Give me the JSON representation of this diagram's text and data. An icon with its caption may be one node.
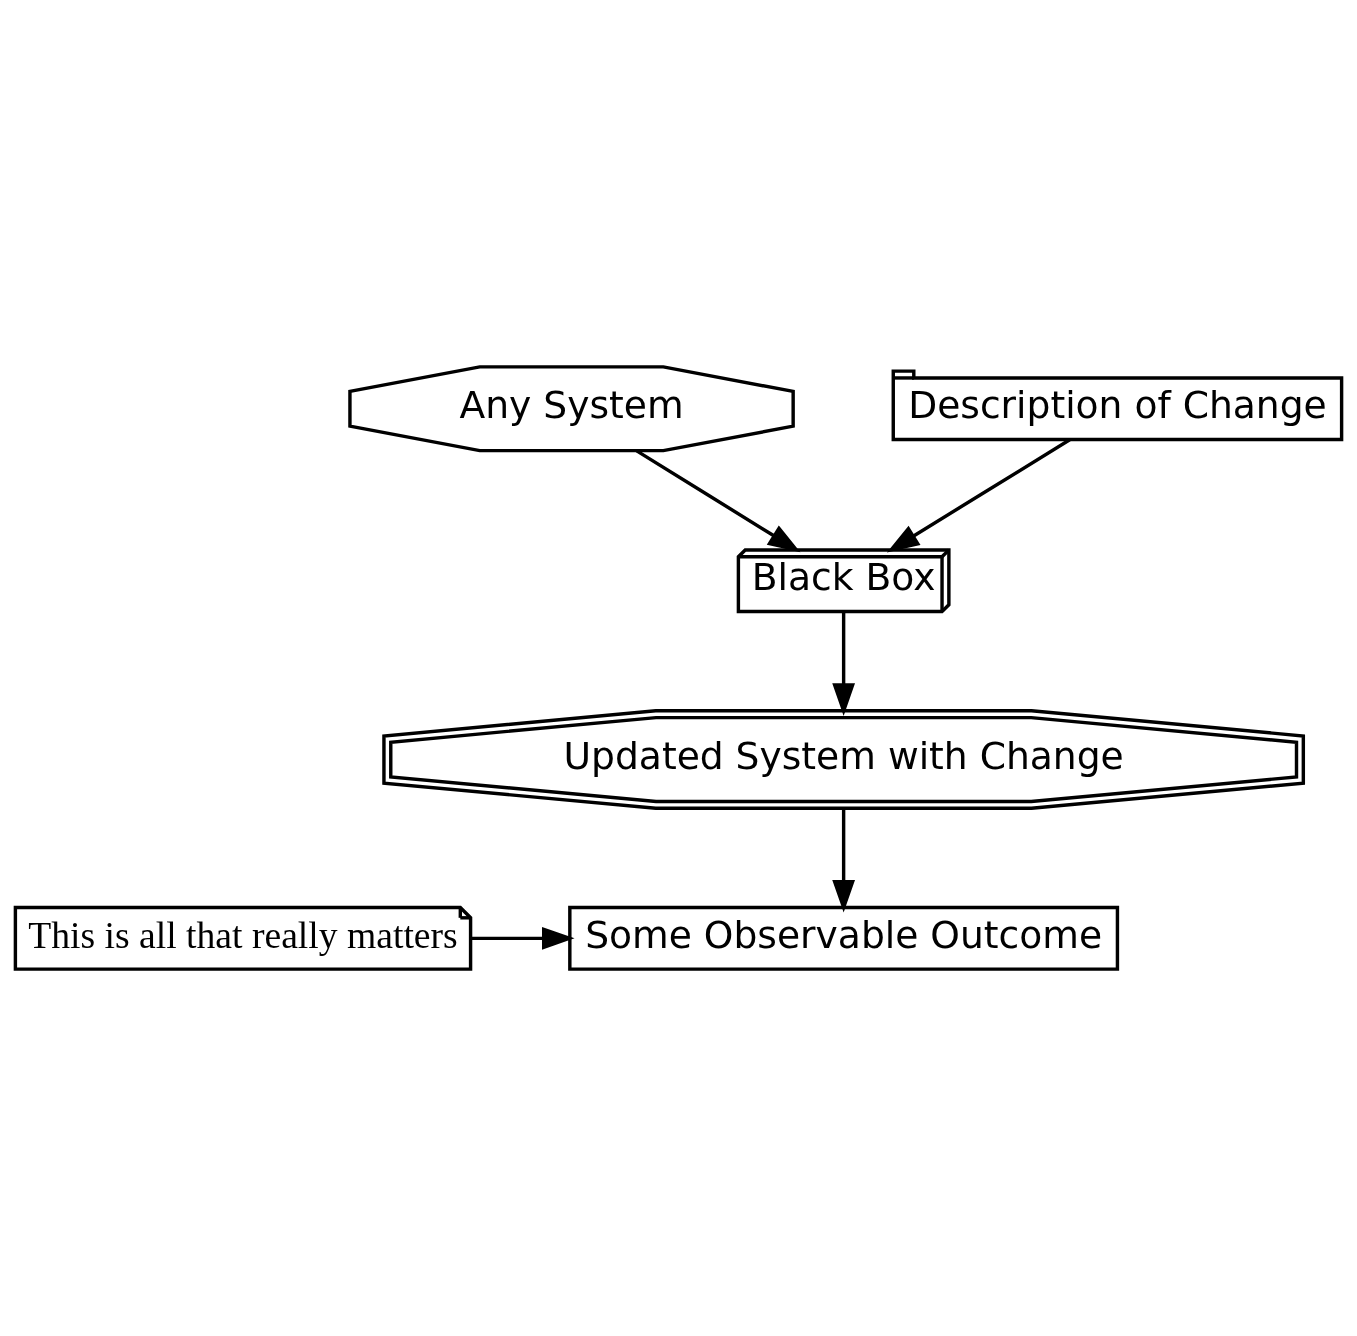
{
  "diagram": {
    "nodes": [
      {
        "text": [
          "Any System"
        ]
      },
      {
        "text": [
          "Description of Change"
        ]
      },
      {
        "text": [
          "Black Box"
        ]
      },
      {
        "text": [
          "Updated System with Change"
        ]
      },
      {
        "text": [
          "Some Observable Outcome"
        ]
      },
      {
        "text": [
          "This is all that really matters"
        ]
      }
    ],
    "edges": [
      {
        "from": 0,
        "to": 2,
        "arrow": "to"
      },
      {
        "from": 1,
        "to": 2,
        "arrow": "to"
      },
      {
        "from": 2,
        "to": 3,
        "arrow": "to"
      },
      {
        "from": 3,
        "to": 4,
        "arrow": "to"
      },
      {
        "from": 5,
        "to": 4,
        "arrow": "to"
      }
    ]
  }
}
